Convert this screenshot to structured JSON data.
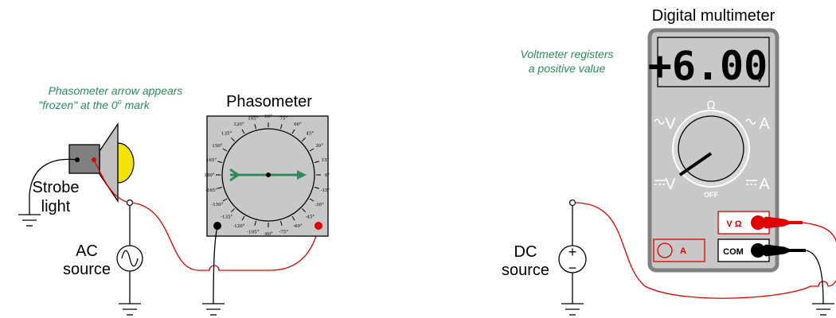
{
  "left": {
    "note_line1": "Phasometer arrow appears",
    "note_line2_prefix": "\"frozen\" at the 0",
    "note_sup": "o",
    "note_line2_suffix": " mark",
    "phasometer_title": "Phasometer",
    "strobe_label_line1": "Strobe",
    "strobe_label_line2": "light",
    "ac_label_line1": "AC",
    "ac_label_line2": "source",
    "dial_ticks": [
      {
        "deg": 0,
        "label": "0°"
      },
      {
        "deg": 15,
        "label": "15°"
      },
      {
        "deg": 30,
        "label": "30°"
      },
      {
        "deg": 45,
        "label": "45°"
      },
      {
        "deg": 60,
        "label": "60°"
      },
      {
        "deg": 75,
        "label": "75°"
      },
      {
        "deg": 90,
        "label": "90°"
      },
      {
        "deg": 105,
        "label": "105°"
      },
      {
        "deg": 120,
        "label": "120°"
      },
      {
        "deg": 135,
        "label": "135°"
      },
      {
        "deg": 150,
        "label": "150°"
      },
      {
        "deg": 165,
        "label": "165°"
      },
      {
        "deg": 180,
        "label": "180°"
      },
      {
        "deg": -15,
        "label": "-15°"
      },
      {
        "deg": -30,
        "label": "-30°"
      },
      {
        "deg": -45,
        "label": "-45°"
      },
      {
        "deg": -60,
        "label": "-60°"
      },
      {
        "deg": -75,
        "label": "-75°"
      },
      {
        "deg": -90,
        "label": "-90°"
      },
      {
        "deg": -105,
        "label": "-105°"
      },
      {
        "deg": -120,
        "label": "-120°"
      },
      {
        "deg": -135,
        "label": "-135°"
      },
      {
        "deg": -150,
        "label": "-150°"
      },
      {
        "deg": -165,
        "label": "-165°"
      }
    ],
    "arrow_angle_deg": 0
  },
  "right": {
    "note_line1": "Voltmeter registers",
    "note_line2": "a positive value",
    "meter_title": "Digital multimeter",
    "display_value": "+6.00",
    "display_unit": "V",
    "dial_omega": "Ω",
    "dial_off": "OFF",
    "dial_acv": "V",
    "dial_aca": "A",
    "dial_dcv": "V",
    "dial_dca": "A",
    "jack_vohm": "V Ω",
    "jack_a": "A",
    "jack_com": "COM",
    "dc_label_line1": "DC",
    "dc_label_line2": "source",
    "dc_plus": "+",
    "dc_minus": "−"
  },
  "colors": {
    "note_green": "#2e8b57",
    "arrow_green": "#2e8b57",
    "wire_red": "#e00000",
    "probe_red": "#e00000",
    "probe_black": "#000000",
    "meter_body": "#c8c8c8",
    "meter_frame": "#808080",
    "meter_white": "#d8d8d8",
    "lamp_yellow": "#f5e400"
  }
}
